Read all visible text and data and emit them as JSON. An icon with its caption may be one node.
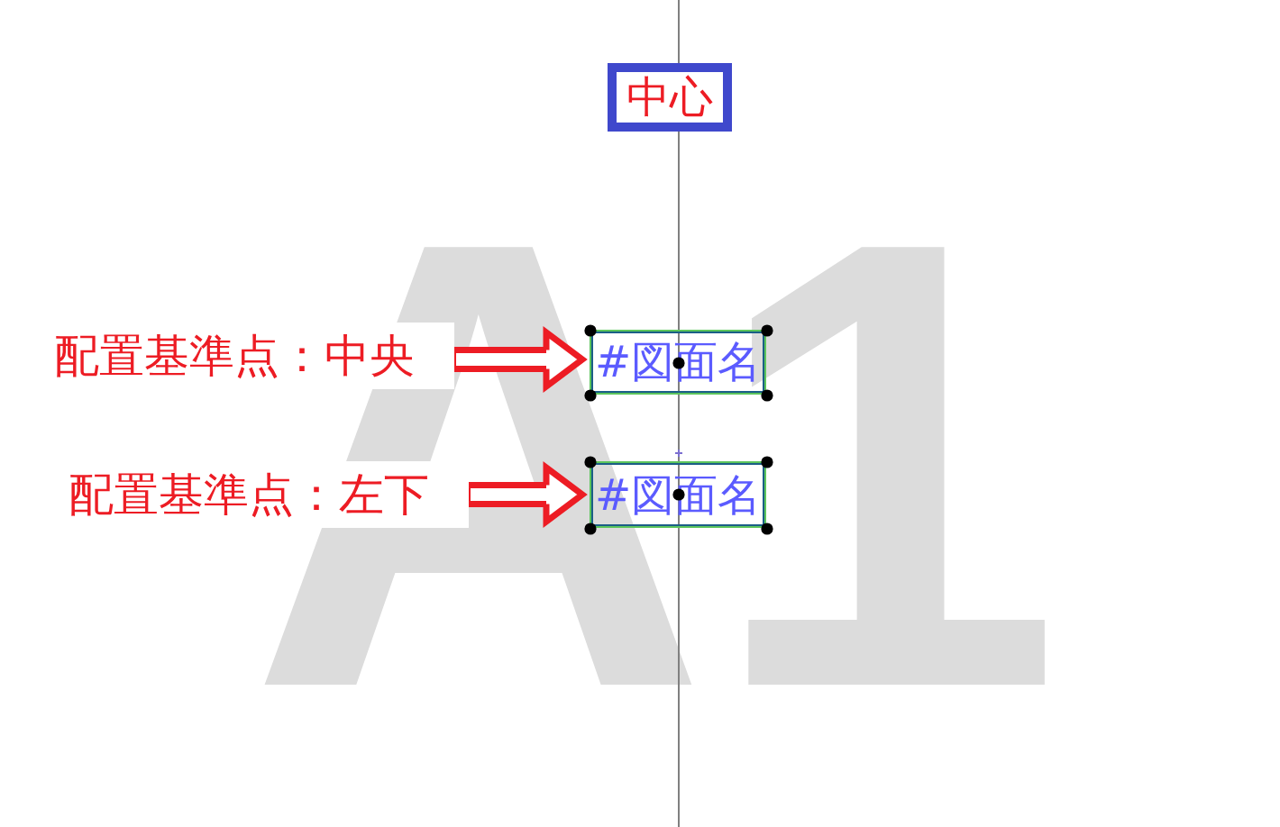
{
  "diagram": {
    "nodes": [
      {
        "text": [
          "中心"
        ]
      },
      {
        "text": [
          "配置基準点：中央"
        ]
      },
      {
        "text": [
          "#図面名"
        ]
      },
      {
        "text": [
          "配置基準点：左下"
        ]
      },
      {
        "text": [
          "#図面名"
        ]
      }
    ],
    "edges": [
      {
        "from": 1,
        "to": 2,
        "arrow": "to"
      },
      {
        "from": 3,
        "to": 4,
        "arrow": "to"
      }
    ],
    "labels": [
      "A1"
    ]
  }
}
